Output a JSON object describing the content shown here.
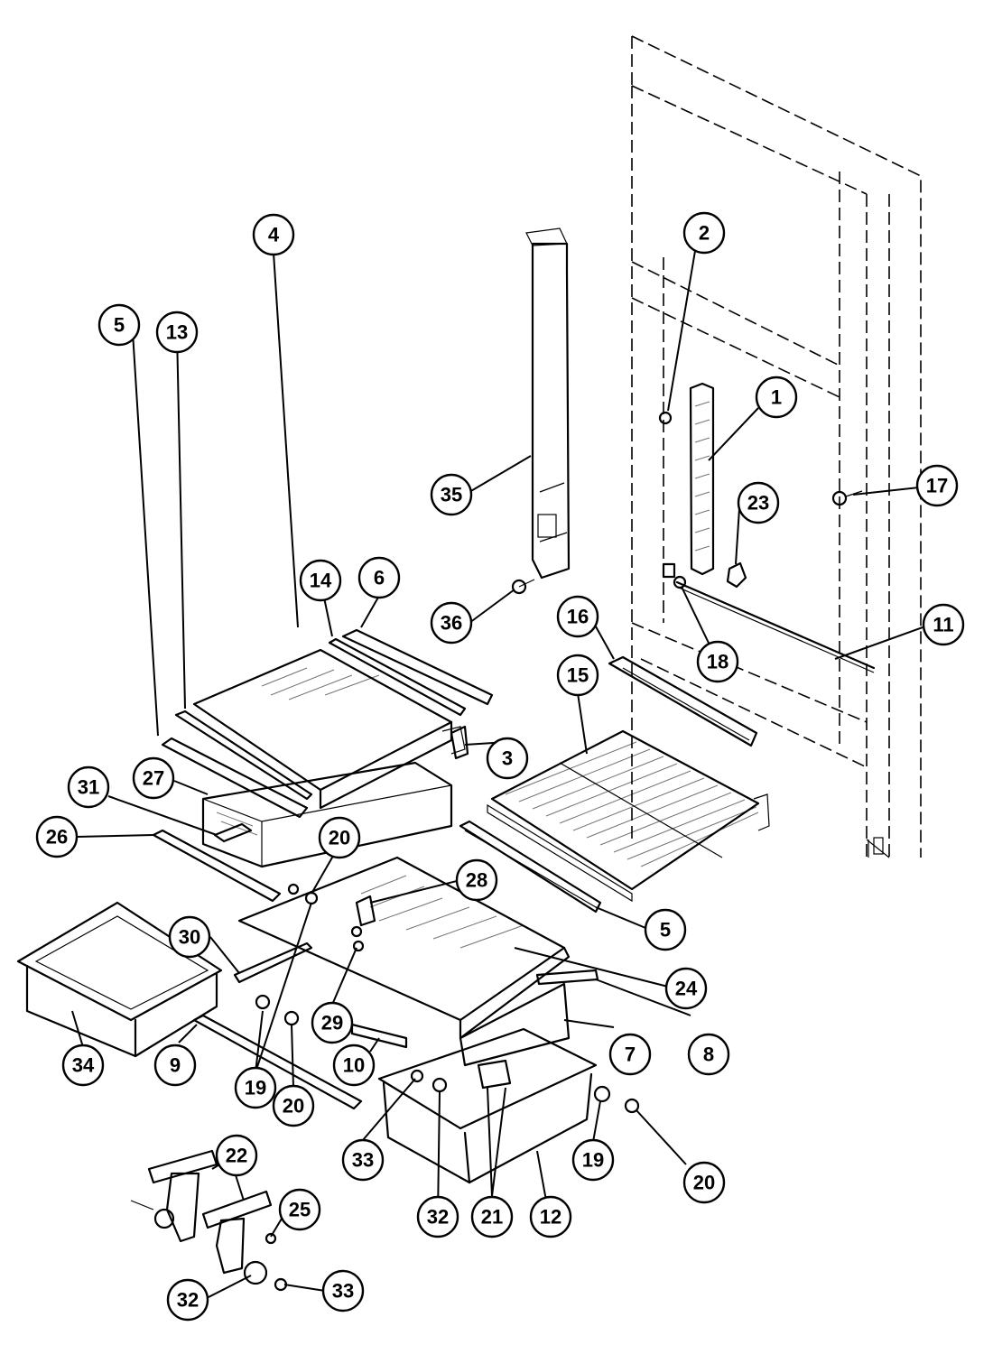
{
  "callouts": [
    {
      "id": "c1",
      "label": "1"
    },
    {
      "id": "c2",
      "label": "2"
    },
    {
      "id": "c3",
      "label": "3"
    },
    {
      "id": "c4",
      "label": "4"
    },
    {
      "id": "c5a",
      "label": "5"
    },
    {
      "id": "c5b",
      "label": "5"
    },
    {
      "id": "c6",
      "label": "6"
    },
    {
      "id": "c7",
      "label": "7"
    },
    {
      "id": "c8",
      "label": "8"
    },
    {
      "id": "c9",
      "label": "9"
    },
    {
      "id": "c10",
      "label": "10"
    },
    {
      "id": "c11",
      "label": "11"
    },
    {
      "id": "c12",
      "label": "12"
    },
    {
      "id": "c13",
      "label": "13"
    },
    {
      "id": "c14",
      "label": "14"
    },
    {
      "id": "c15",
      "label": "15"
    },
    {
      "id": "c16",
      "label": "16"
    },
    {
      "id": "c17",
      "label": "17"
    },
    {
      "id": "c18",
      "label": "18"
    },
    {
      "id": "c19a",
      "label": "19"
    },
    {
      "id": "c19b",
      "label": "19"
    },
    {
      "id": "c20a",
      "label": "20"
    },
    {
      "id": "c20b",
      "label": "20"
    },
    {
      "id": "c20c",
      "label": "20"
    },
    {
      "id": "c21",
      "label": "21"
    },
    {
      "id": "c22",
      "label": "22"
    },
    {
      "id": "c23",
      "label": "23"
    },
    {
      "id": "c24",
      "label": "24"
    },
    {
      "id": "c25",
      "label": "25"
    },
    {
      "id": "c26",
      "label": "26"
    },
    {
      "id": "c27",
      "label": "27"
    },
    {
      "id": "c28",
      "label": "28"
    },
    {
      "id": "c29",
      "label": "29"
    },
    {
      "id": "c30",
      "label": "30"
    },
    {
      "id": "c31",
      "label": "31"
    },
    {
      "id": "c32a",
      "label": "32"
    },
    {
      "id": "c32b",
      "label": "32"
    },
    {
      "id": "c33a",
      "label": "33"
    },
    {
      "id": "c33b",
      "label": "33"
    },
    {
      "id": "c34",
      "label": "34"
    },
    {
      "id": "c35",
      "label": "35"
    },
    {
      "id": "c36",
      "label": "36"
    }
  ]
}
